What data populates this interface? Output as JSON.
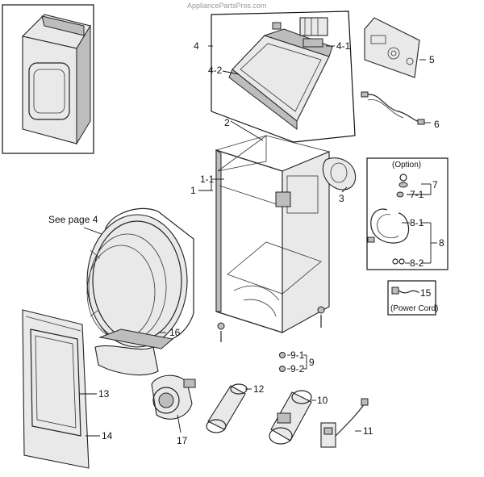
{
  "watermark": "AppliancePartsPros.com",
  "labels": {
    "p1": "1",
    "p1_1": "1-1",
    "p2": "2",
    "p3": "3",
    "p4": "4",
    "p4_1": "4-1",
    "p4_2": "4-2",
    "p5": "5",
    "p6": "6",
    "p7": "7",
    "p7_1": "7-1",
    "p8": "8",
    "p8_1": "8-1",
    "p8_2": "8-2",
    "p9": "9",
    "p9_1": "9-1",
    "p9_2": "9-2",
    "p10": "10",
    "p11": "11",
    "p12": "12",
    "p13": "13",
    "p14": "14",
    "p15": "15",
    "p16": "16",
    "p17": "17"
  },
  "notes": {
    "see_page": "See page 4",
    "option": "(Option)",
    "power_cord": "(Power Cord)"
  }
}
